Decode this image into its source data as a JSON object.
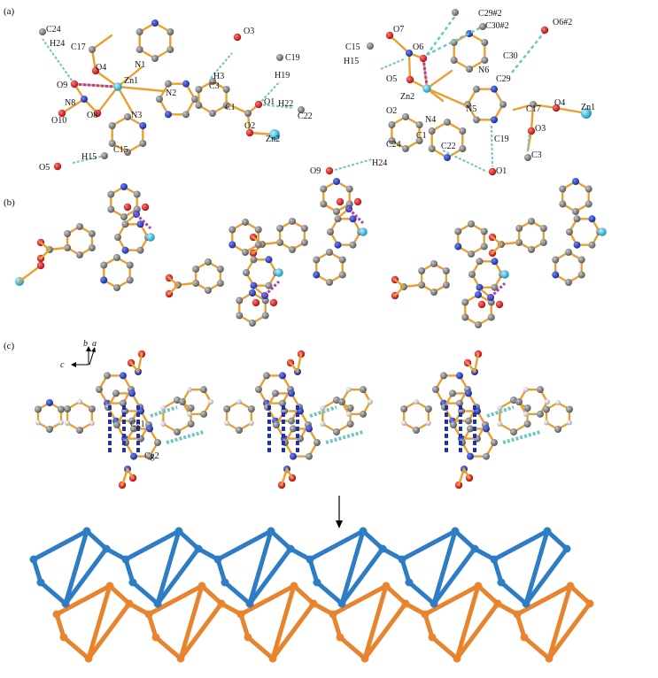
{
  "panels": {
    "a": {
      "label": "(a)",
      "atoms_left": [
        "C24",
        "H24",
        "C17",
        "O4",
        "N1",
        "Zn1",
        "O9",
        "N8",
        "O10",
        "O8",
        "N3",
        "C15",
        "H15",
        "O5",
        "N2",
        "C3",
        "H3",
        "O3",
        "C19",
        "H19",
        "C1",
        "O1",
        "H22",
        "C22",
        "O2",
        "Zn2"
      ],
      "atoms_right": [
        "C29#2",
        "C30#2",
        "O7",
        "O6#2",
        "C15",
        "O6",
        "H15",
        "N6",
        "C30",
        "O5",
        "C29",
        "Zn2",
        "O2",
        "N4",
        "N5",
        "C17",
        "O4",
        "Zn1",
        "C1",
        "O3",
        "C24",
        "C22",
        "C19",
        "H24",
        "C3",
        "O9",
        "O1"
      ]
    },
    "b": {
      "label": "(b)"
    },
    "c": {
      "label": "(c)",
      "axes": [
        "b",
        "a",
        "c"
      ],
      "centroids": [
        "Cg1",
        "Cg2"
      ]
    }
  },
  "colors": {
    "bond": "#E8A030",
    "carbon": "#7A7A7A",
    "nitrogen": "#2A3FB8",
    "oxygen": "#D81C1C",
    "zinc": "#3CC0DC",
    "hydrogen": "#D8D8D8",
    "hbond": "#6FC6BE",
    "coord": "#B23DB0",
    "pi_stack": "#2232A8",
    "net_blue": "#2E7CC4",
    "net_orange": "#E8842E"
  }
}
